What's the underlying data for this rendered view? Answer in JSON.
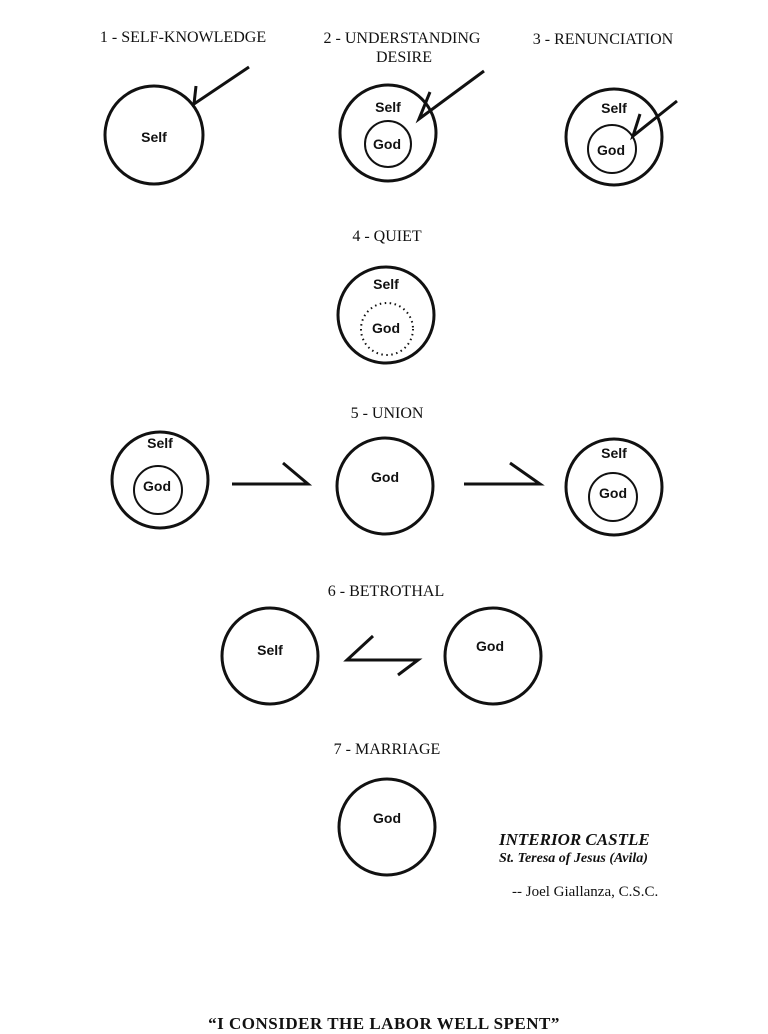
{
  "stages": [
    {
      "caption": "1 - SELF-KNOWLEDGE"
    },
    {
      "caption": [
        "2 - UNDERSTANDING",
        "DESIRE"
      ]
    },
    {
      "caption": "3 - RENUNCIATION"
    },
    {
      "caption": "4 - QUIET"
    },
    {
      "caption": "5 - UNION"
    },
    {
      "caption": "6 - BETROTHAL"
    },
    {
      "caption": "7 - MARRIAGE"
    }
  ],
  "labels": {
    "self": "Self",
    "god": "God"
  },
  "credit": {
    "title": "INTERIOR CASTLE",
    "subtitle": "St. Teresa of Jesus (Avila)",
    "author": "-- Joel Giallanza, C.S.C."
  },
  "footer_quote": "“I CONSIDER THE LABOR WELL SPENT”"
}
